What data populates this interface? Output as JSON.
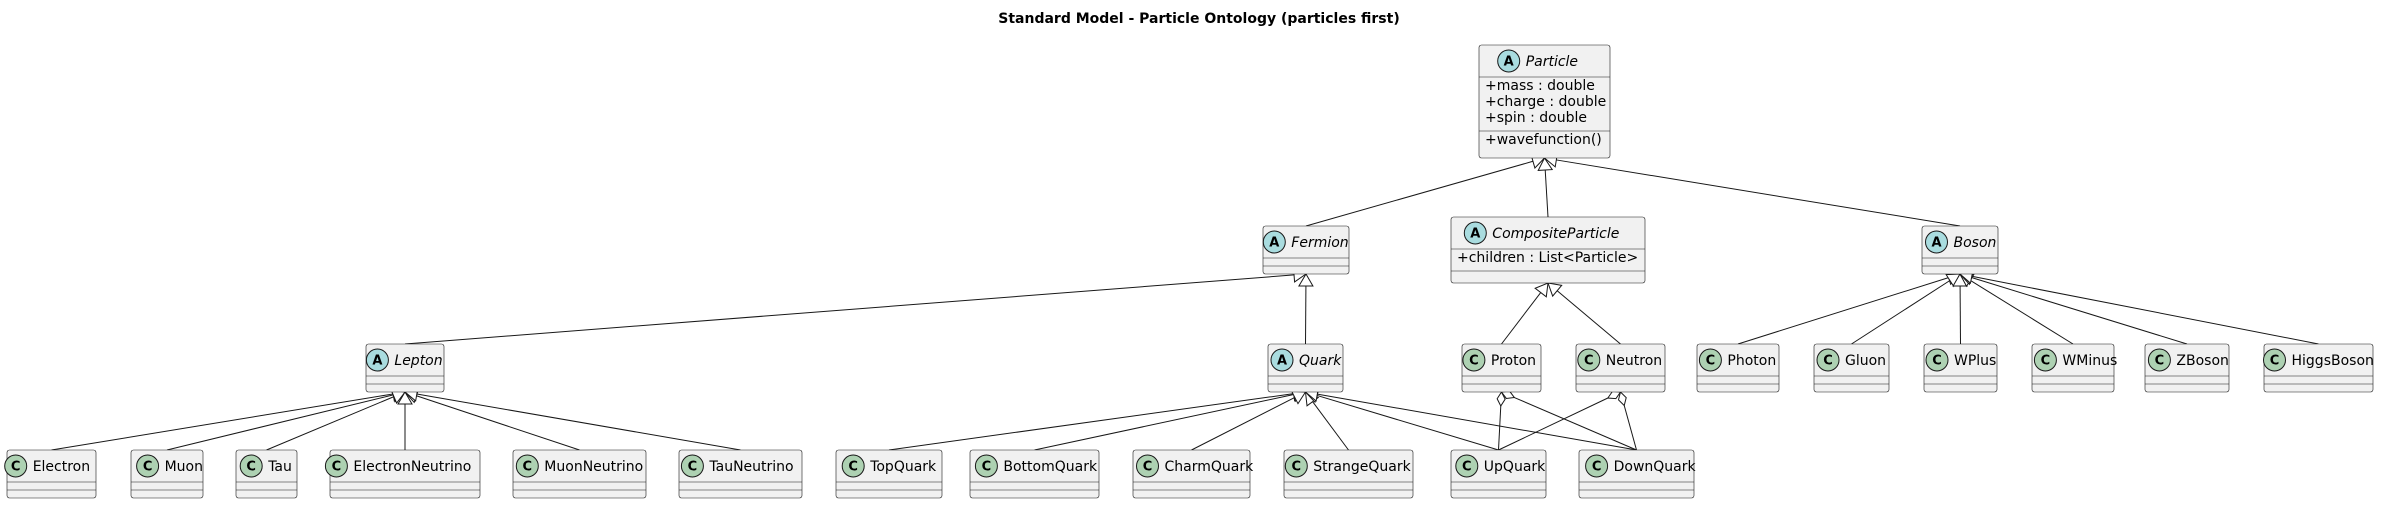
{
  "diagram": {
    "title": "Standard Model - Particle Ontology (particles first)",
    "colors": {
      "abstract_badge": "#A9DCDF",
      "class_badge": "#ADD1B2",
      "box_fill": "#F1F1F1",
      "stroke": "#181818"
    },
    "classes": [
      {
        "id": "Particle",
        "name": "Particle",
        "kind": "abstract",
        "badge": "A",
        "fields": [
          "+mass : double",
          "+charge : double",
          "+spin : double"
        ],
        "methods": [
          "+wavefunction()"
        ]
      },
      {
        "id": "Fermion",
        "name": "Fermion",
        "kind": "abstract",
        "badge": "A",
        "fields": [],
        "methods": []
      },
      {
        "id": "CompositeParticle",
        "name": "CompositeParticle",
        "kind": "abstract",
        "badge": "A",
        "fields": [
          "+children : List<Particle>"
        ],
        "methods": []
      },
      {
        "id": "Boson",
        "name": "Boson",
        "kind": "abstract",
        "badge": "A",
        "fields": [],
        "methods": []
      },
      {
        "id": "Lepton",
        "name": "Lepton",
        "kind": "abstract",
        "badge": "A",
        "fields": [],
        "methods": []
      },
      {
        "id": "Quark",
        "name": "Quark",
        "kind": "abstract",
        "badge": "A",
        "fields": [],
        "methods": []
      },
      {
        "id": "Proton",
        "name": "Proton",
        "kind": "class",
        "badge": "C",
        "fields": [],
        "methods": []
      },
      {
        "id": "Neutron",
        "name": "Neutron",
        "kind": "class",
        "badge": "C",
        "fields": [],
        "methods": []
      },
      {
        "id": "Photon",
        "name": "Photon",
        "kind": "class",
        "badge": "C",
        "fields": [],
        "methods": []
      },
      {
        "id": "Gluon",
        "name": "Gluon",
        "kind": "class",
        "badge": "C",
        "fields": [],
        "methods": []
      },
      {
        "id": "WPlus",
        "name": "WPlus",
        "kind": "class",
        "badge": "C",
        "fields": [],
        "methods": []
      },
      {
        "id": "WMinus",
        "name": "WMinus",
        "kind": "class",
        "badge": "C",
        "fields": [],
        "methods": []
      },
      {
        "id": "ZBoson",
        "name": "ZBoson",
        "kind": "class",
        "badge": "C",
        "fields": [],
        "methods": []
      },
      {
        "id": "HiggsBoson",
        "name": "HiggsBoson",
        "kind": "class",
        "badge": "C",
        "fields": [],
        "methods": []
      },
      {
        "id": "Electron",
        "name": "Electron",
        "kind": "class",
        "badge": "C",
        "fields": [],
        "methods": []
      },
      {
        "id": "Muon",
        "name": "Muon",
        "kind": "class",
        "badge": "C",
        "fields": [],
        "methods": []
      },
      {
        "id": "Tau",
        "name": "Tau",
        "kind": "class",
        "badge": "C",
        "fields": [],
        "methods": []
      },
      {
        "id": "ElectronNeutrino",
        "name": "ElectronNeutrino",
        "kind": "class",
        "badge": "C",
        "fields": [],
        "methods": []
      },
      {
        "id": "MuonNeutrino",
        "name": "MuonNeutrino",
        "kind": "class",
        "badge": "C",
        "fields": [],
        "methods": []
      },
      {
        "id": "TauNeutrino",
        "name": "TauNeutrino",
        "kind": "class",
        "badge": "C",
        "fields": [],
        "methods": []
      },
      {
        "id": "TopQuark",
        "name": "TopQuark",
        "kind": "class",
        "badge": "C",
        "fields": [],
        "methods": []
      },
      {
        "id": "BottomQuark",
        "name": "BottomQuark",
        "kind": "class",
        "badge": "C",
        "fields": [],
        "methods": []
      },
      {
        "id": "CharmQuark",
        "name": "CharmQuark",
        "kind": "class",
        "badge": "C",
        "fields": [],
        "methods": []
      },
      {
        "id": "StrangeQuark",
        "name": "StrangeQuark",
        "kind": "class",
        "badge": "C",
        "fields": [],
        "methods": []
      },
      {
        "id": "UpQuark",
        "name": "UpQuark",
        "kind": "class",
        "badge": "C",
        "fields": [],
        "methods": []
      },
      {
        "id": "DownQuark",
        "name": "DownQuark",
        "kind": "class",
        "badge": "C",
        "fields": [],
        "methods": []
      }
    ],
    "relations": [
      {
        "type": "inheritance",
        "child": "Fermion",
        "parent": "Particle"
      },
      {
        "type": "inheritance",
        "child": "CompositeParticle",
        "parent": "Particle"
      },
      {
        "type": "inheritance",
        "child": "Boson",
        "parent": "Particle"
      },
      {
        "type": "inheritance",
        "child": "Lepton",
        "parent": "Fermion"
      },
      {
        "type": "inheritance",
        "child": "Quark",
        "parent": "Fermion"
      },
      {
        "type": "inheritance",
        "child": "Proton",
        "parent": "CompositeParticle"
      },
      {
        "type": "inheritance",
        "child": "Neutron",
        "parent": "CompositeParticle"
      },
      {
        "type": "inheritance",
        "child": "Photon",
        "parent": "Boson"
      },
      {
        "type": "inheritance",
        "child": "Gluon",
        "parent": "Boson"
      },
      {
        "type": "inheritance",
        "child": "WPlus",
        "parent": "Boson"
      },
      {
        "type": "inheritance",
        "child": "WMinus",
        "parent": "Boson"
      },
      {
        "type": "inheritance",
        "child": "ZBoson",
        "parent": "Boson"
      },
      {
        "type": "inheritance",
        "child": "HiggsBoson",
        "parent": "Boson"
      },
      {
        "type": "inheritance",
        "child": "Electron",
        "parent": "Lepton"
      },
      {
        "type": "inheritance",
        "child": "Muon",
        "parent": "Lepton"
      },
      {
        "type": "inheritance",
        "child": "Tau",
        "parent": "Lepton"
      },
      {
        "type": "inheritance",
        "child": "ElectronNeutrino",
        "parent": "Lepton"
      },
      {
        "type": "inheritance",
        "child": "MuonNeutrino",
        "parent": "Lepton"
      },
      {
        "type": "inheritance",
        "child": "TauNeutrino",
        "parent": "Lepton"
      },
      {
        "type": "inheritance",
        "child": "TopQuark",
        "parent": "Quark"
      },
      {
        "type": "inheritance",
        "child": "BottomQuark",
        "parent": "Quark"
      },
      {
        "type": "inheritance",
        "child": "CharmQuark",
        "parent": "Quark"
      },
      {
        "type": "inheritance",
        "child": "StrangeQuark",
        "parent": "Quark"
      },
      {
        "type": "inheritance",
        "child": "UpQuark",
        "parent": "Quark"
      },
      {
        "type": "inheritance",
        "child": "DownQuark",
        "parent": "Quark"
      },
      {
        "type": "aggregation",
        "whole": "Proton",
        "part": "UpQuark"
      },
      {
        "type": "aggregation",
        "whole": "Proton",
        "part": "DownQuark"
      },
      {
        "type": "aggregation",
        "whole": "Neutron",
        "part": "UpQuark"
      },
      {
        "type": "aggregation",
        "whole": "Neutron",
        "part": "DownQuark"
      }
    ]
  }
}
